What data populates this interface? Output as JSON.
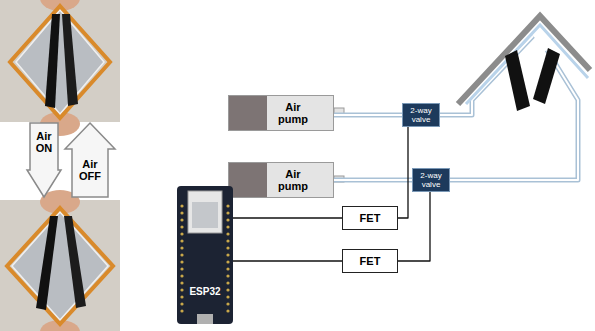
{
  "diagram": {
    "nodes": [
      {
        "text": [
          "Air ON"
        ]
      },
      {
        "text": [
          "Air OFF"
        ]
      },
      {
        "text": [
          "Air pump"
        ]
      },
      {
        "text": [
          "2-way valve"
        ]
      },
      {
        "text": [
          "Air pump"
        ]
      },
      {
        "text": [
          "2-way valve"
        ]
      },
      {
        "text": [
          "ESP32"
        ]
      },
      {
        "text": [
          "FET"
        ]
      },
      {
        "text": [
          "FET"
        ]
      }
    ],
    "edges": [
      {
        "from": 2,
        "to": 3,
        "arrow": "none"
      },
      {
        "from": 4,
        "to": 5,
        "arrow": "none"
      },
      {
        "from": 6,
        "to": 7,
        "arrow": "none"
      },
      {
        "from": 6,
        "to": 8,
        "arrow": "none"
      },
      {
        "from": 7,
        "to": 3,
        "arrow": "none"
      },
      {
        "from": 8,
        "to": 5,
        "arrow": "none"
      }
    ]
  }
}
